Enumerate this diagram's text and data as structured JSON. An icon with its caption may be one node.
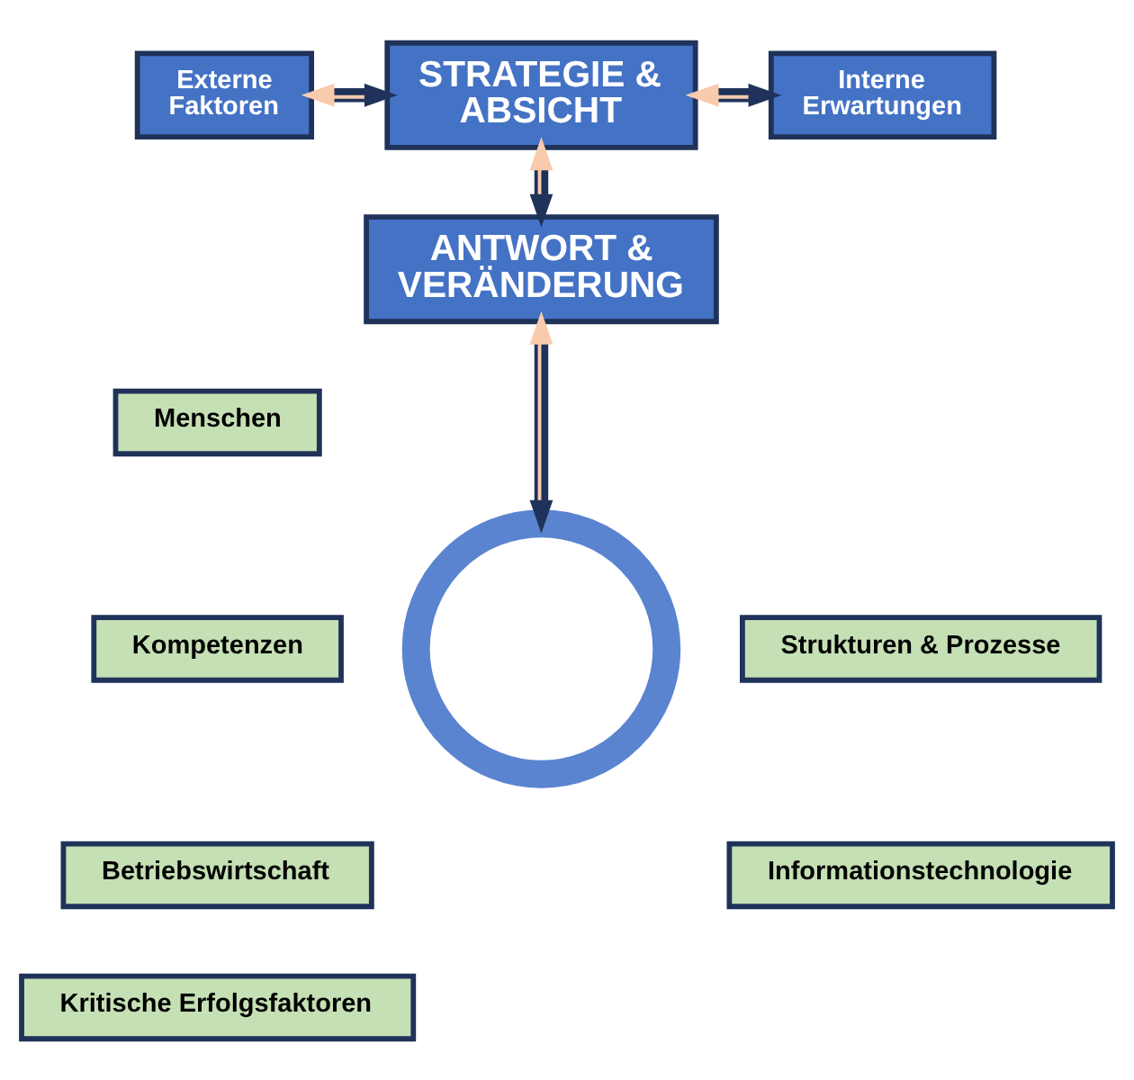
{
  "diagram": {
    "nodes": [
      {
        "text": [
          "Externe Faktoren"
        ]
      },
      {
        "text": [
          "STRATEGIE & ABSICHT"
        ]
      },
      {
        "text": [
          "Interne Erwartungen"
        ]
      },
      {
        "text": [
          "ANTWORT & VERÄNDERUNG"
        ]
      },
      {
        "text": [],
        "shape": "circle"
      },
      {
        "text": [
          "Menschen"
        ]
      },
      {
        "text": [
          "Kompetenzen"
        ]
      },
      {
        "text": [
          "Strukturen & Prozesse"
        ]
      },
      {
        "text": [
          "Informationstechnologie"
        ]
      },
      {
        "text": [
          "Betriebswirtschaft"
        ]
      },
      {
        "text": [
          "Kritische Erfolgsfaktoren"
        ]
      }
    ],
    "edges": [
      {
        "from": 0,
        "to": 1,
        "arrow": "both"
      },
      {
        "from": 1,
        "to": 2,
        "arrow": "both"
      },
      {
        "from": 1,
        "to": 3,
        "arrow": "both"
      },
      {
        "from": 3,
        "to": 4,
        "arrow": "both"
      }
    ]
  }
}
